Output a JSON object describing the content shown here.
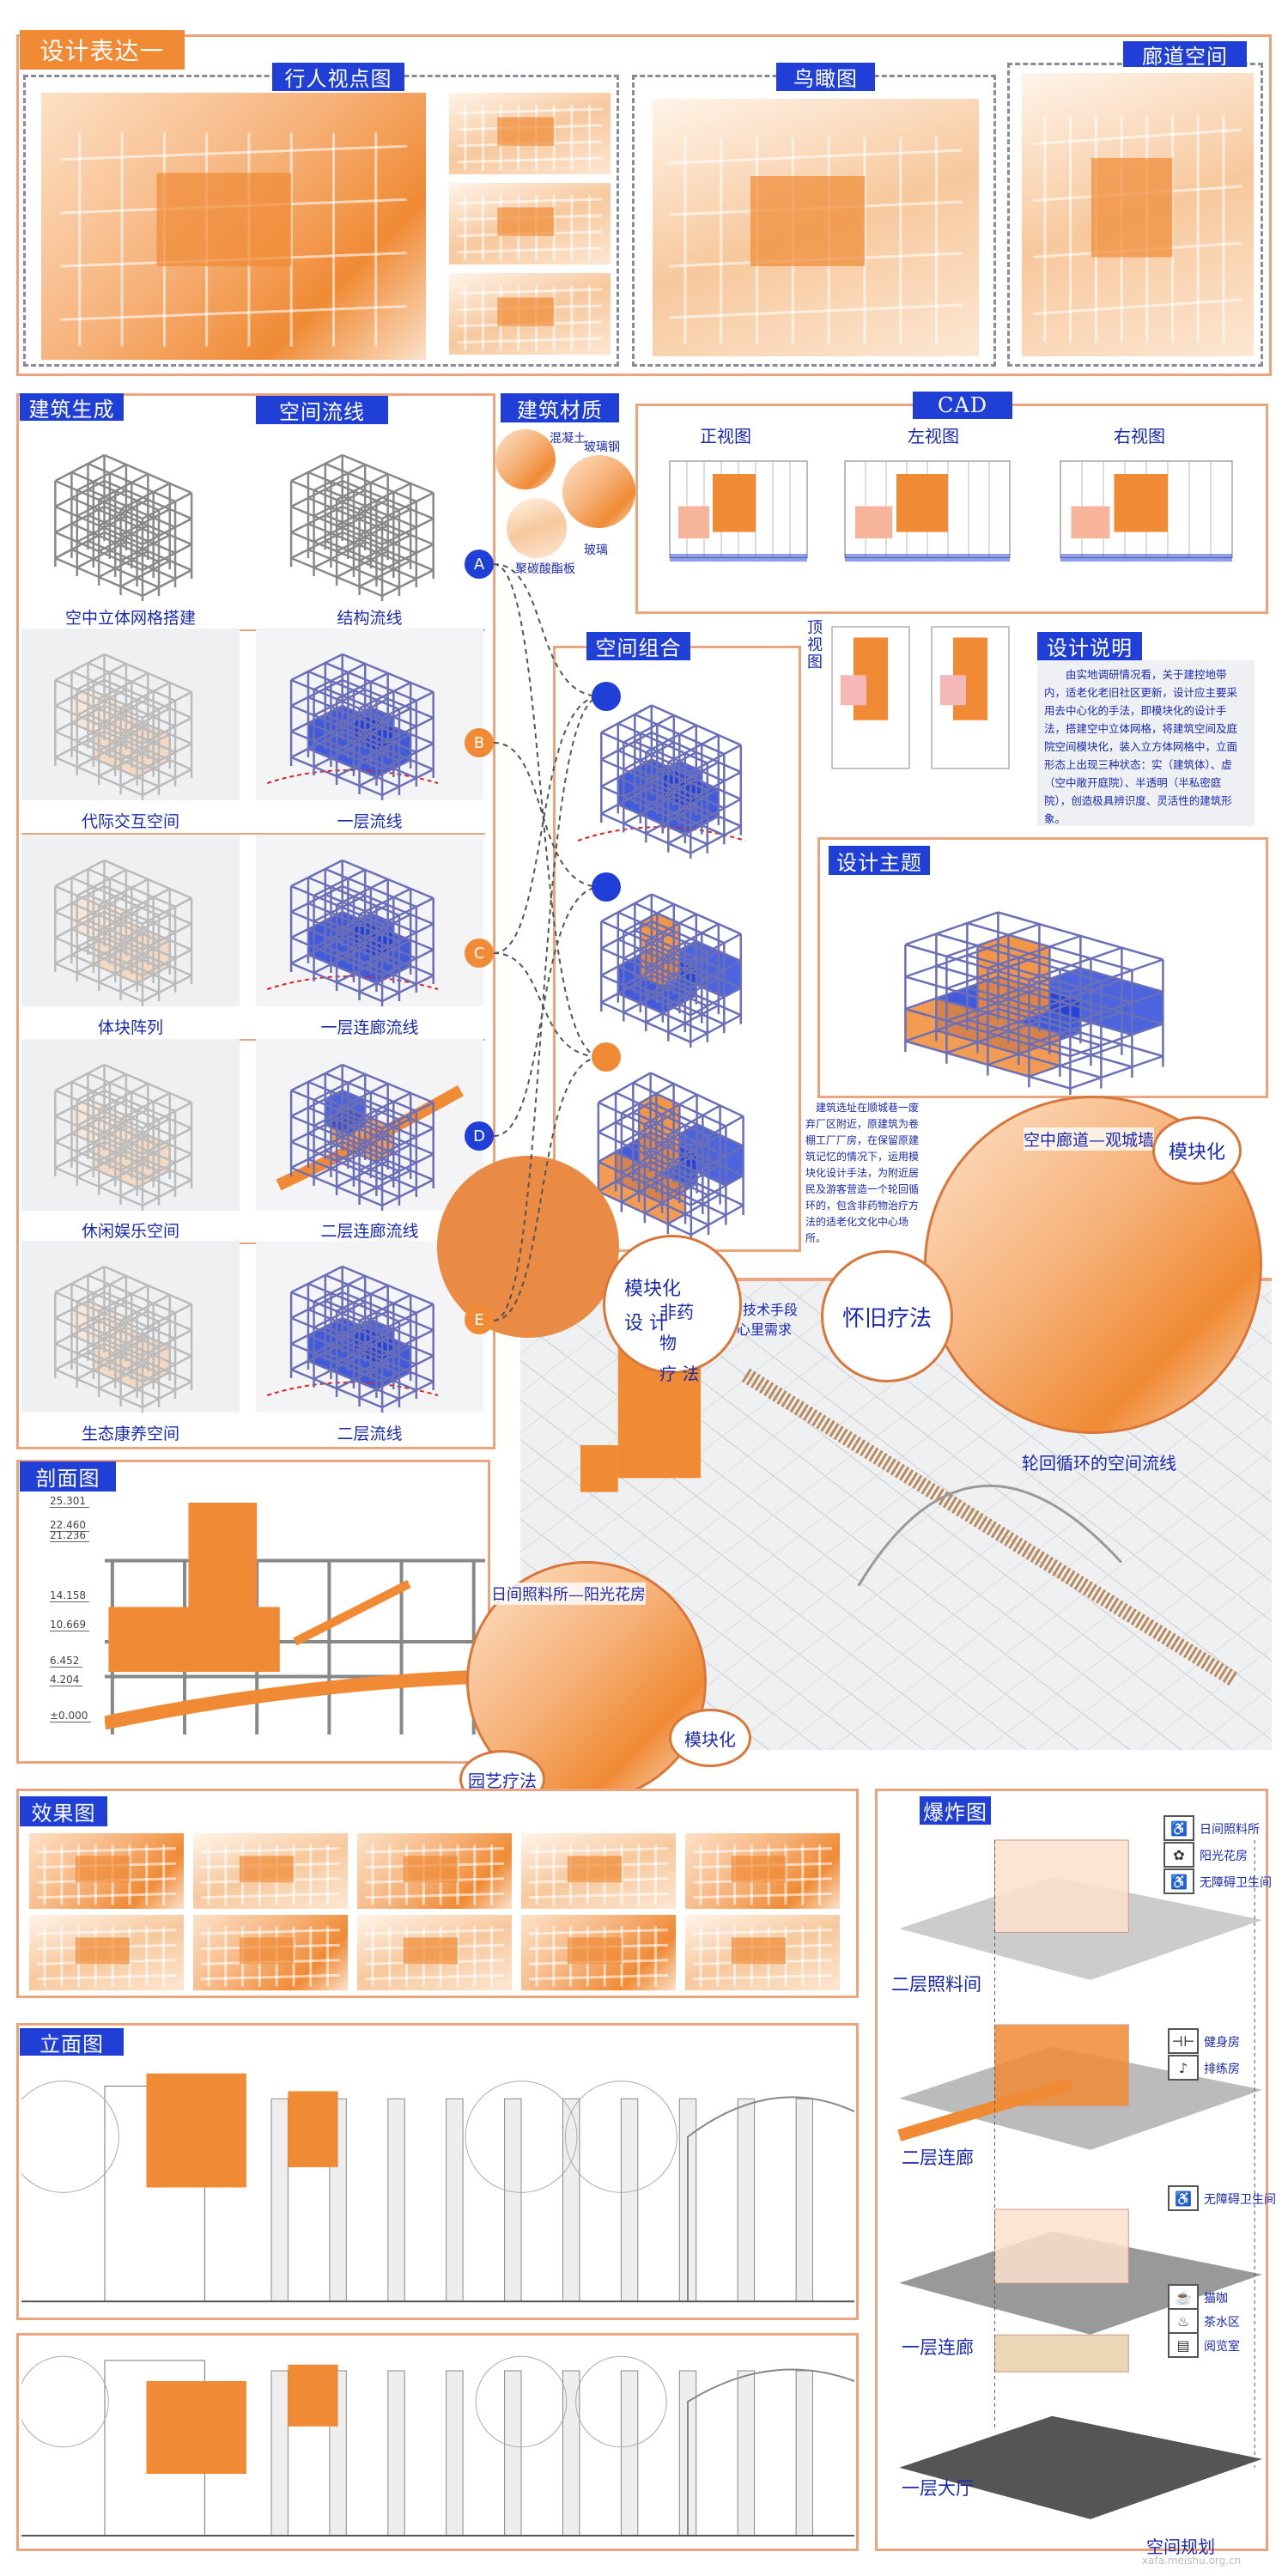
{
  "title": "设计表达一",
  "top": {
    "pedestrian": "行人视点图",
    "aerial": "鸟瞰图",
    "corridor": "廊道空间"
  },
  "generation": {
    "title": "建筑生成",
    "flow_title": "空间流线",
    "rows": [
      {
        "left": "空中立体网格搭建",
        "right": "结构流线",
        "marker": "A",
        "marker_color": "#1f3fd6"
      },
      {
        "left": "代际交互空间",
        "right": "一层流线",
        "marker": "B",
        "marker_color": "#f08a34"
      },
      {
        "left": "体块阵列",
        "right": "一层连廊流线",
        "marker": "C",
        "marker_color": "#f08a34"
      },
      {
        "left": "休闲娱乐空间",
        "right": "二层连廊流线",
        "marker": "D",
        "marker_color": "#1f3fd6"
      },
      {
        "left": "生态康养空间",
        "right": "二层流线",
        "marker": "E",
        "marker_color": "#f08a34"
      }
    ]
  },
  "materials": {
    "title": "建筑材质",
    "items": [
      "混凝土",
      "玻璃钢",
      "聚碳酸酯板",
      "玻璃"
    ]
  },
  "cad": {
    "title": "CAD",
    "views": [
      "正视图",
      "左视图",
      "右视图"
    ],
    "top_view": "顶视图"
  },
  "description": {
    "title": "设计说明",
    "text": "由实地调研情况看，关于建控地带内，适老化老旧社区更新，设计应主要采用去中心化的手法，即模块化的设计手法，搭建空中立体网格，将建筑空间及庭院空间模块化，装入立方体网格中，立面形态上出现三种状态：实（建筑体）、虚（空中敞开庭院）、半透明（半私密庭院），创造极具辨识度、灵活性的建筑形象。"
  },
  "combination": {
    "title": "空间组合"
  },
  "theme": {
    "title": "设计主题"
  },
  "site_text": "建筑选址在顺城巷一废弃厂区附近，原建筑为卷棚工厂厂房，在保留原建筑记忆的情况下，运用模块化设计手法，为附近居民及游客营造一个轮回循环的，包含非药物治疗方法的适老化文化中心场所。",
  "concepts": {
    "corridor_title": "空中廊道—观城墙",
    "modular": "模块化",
    "modular_design_1": "模块化",
    "modular_design_2": "设 计",
    "non_drug_1": "非药物",
    "non_drug_2": "疗 法",
    "tech": "技术手段",
    "psych": "心里需求",
    "nostalgia": "怀旧疗法",
    "cycle": "轮回循环的空间流线",
    "daycare": "日间照料所—阳光花房",
    "modular_2": "模块化",
    "garden": "园艺疗法"
  },
  "section": {
    "title": "剖面图",
    "levels": [
      "25.301",
      "22.460",
      "21.236",
      "14.158",
      "10.669",
      "6.452",
      "4.204",
      "±0.000"
    ],
    "level_values": [
      25.301,
      22.46,
      21.236,
      14.158,
      10.669,
      6.452,
      4.204,
      0
    ]
  },
  "renderings": {
    "title": "效果图"
  },
  "elevation": {
    "title": "立面图"
  },
  "exploded": {
    "title": "爆炸图",
    "floors": [
      "二层照料间",
      "二层连廊",
      "一层连廊",
      "一层大厅"
    ],
    "planning": "空间规划",
    "functions": [
      {
        "icon": "♿",
        "name": "日间照料所",
        "icon_name": "care-icon"
      },
      {
        "icon": "✿",
        "name": "阳光花房",
        "icon_name": "plant-icon"
      },
      {
        "icon": "♿",
        "name": "无障碍卫生间",
        "icon_name": "accessible-icon"
      },
      {
        "icon": "⊣⊢",
        "name": "健身房",
        "icon_name": "dumbbell-icon"
      },
      {
        "icon": "♪",
        "name": "排练房",
        "icon_name": "music-icon"
      },
      {
        "icon": "♿",
        "name": "无障碍卫生间",
        "icon_name": "accessible-icon"
      },
      {
        "icon": "☕",
        "name": "猫咖",
        "icon_name": "coffee-icon"
      },
      {
        "icon": "♨",
        "name": "茶水区",
        "icon_name": "tea-icon"
      },
      {
        "icon": "▤",
        "name": "阅览室",
        "icon_name": "book-icon"
      }
    ]
  },
  "watermark": "xafa.meishu.org.cn",
  "colors": {
    "orange": "#f08a34",
    "blue": "#1f3fd6",
    "border": "#eaa57f"
  }
}
